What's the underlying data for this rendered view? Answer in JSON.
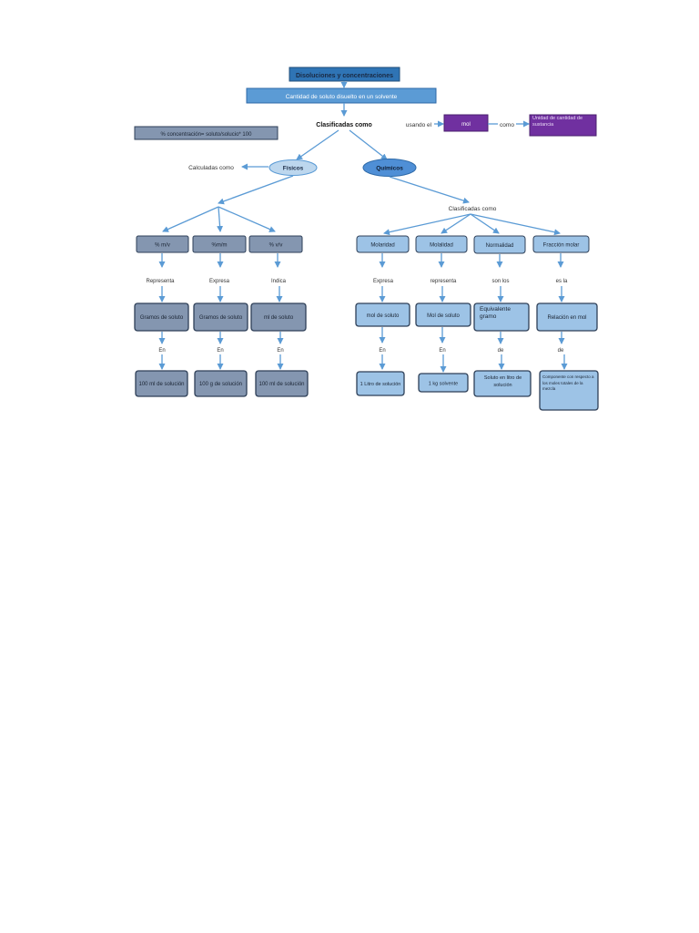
{
  "header": {
    "title": "Disoluciones y concentraciones",
    "subtitle": "Cantidad de soluto disuelto en un solvente"
  },
  "classified": "Clasificadas como",
  "mol_path": {
    "using": "usando el",
    "mol": "mol",
    "as": "como",
    "unit": "Unidad de cantidad de sustancia"
  },
  "formula": "% concentración= soluto/solucio* 100",
  "calc_label": "Calculadas como",
  "physical": {
    "label": "Físicos",
    "branches": [
      {
        "top": "% m/v",
        "verb": "Representa",
        "mid": "Gramos de soluto",
        "prep": "En",
        "bottom": "100 ml de solución"
      },
      {
        "top": "%m/m",
        "verb": "Expresa",
        "mid": "Gramos de soluto",
        "prep": "En",
        "bottom": "100 g de solución"
      },
      {
        "top": "% v/v",
        "verb": "Indica",
        "mid": "ml de soluto",
        "prep": "En",
        "bottom": "100 ml de solución"
      }
    ]
  },
  "chemical": {
    "label": "Químicos",
    "classified": "Clasificadas como",
    "branches": [
      {
        "top": "Molaridad",
        "verb": "Expresa",
        "mid": "mol de soluto",
        "prep": "En",
        "bottom": "1 Litro de solución"
      },
      {
        "top": "Molalidad",
        "verb": "representa",
        "mid": "Mol de soluto",
        "prep": "En",
        "bottom": "1 kg solvente"
      },
      {
        "top": "Normalidad",
        "verb": "son los",
        "mid": "Equivalente gramo",
        "prep": "de",
        "bottom": "Soluto en litro de solución"
      },
      {
        "top": "Fracción molar",
        "verb": "es la",
        "mid": "Relación en mol",
        "prep": "de",
        "bottom": "Componente con respecto a los moles totales de la mezcla"
      }
    ]
  },
  "colors": {
    "title_fill": "#2f74b5",
    "subtitle_fill": "#5b9bd5",
    "physical_fill": "#8496b0",
    "chemical_box_fill": "#9dc3e6",
    "chemical_oval_fill": "#4f8fd6",
    "physical_oval_fill": "#bdd7ee",
    "mol_fill": "#7030a0",
    "arrow": "#5b9bd5",
    "box_border": "#2e3f57"
  }
}
